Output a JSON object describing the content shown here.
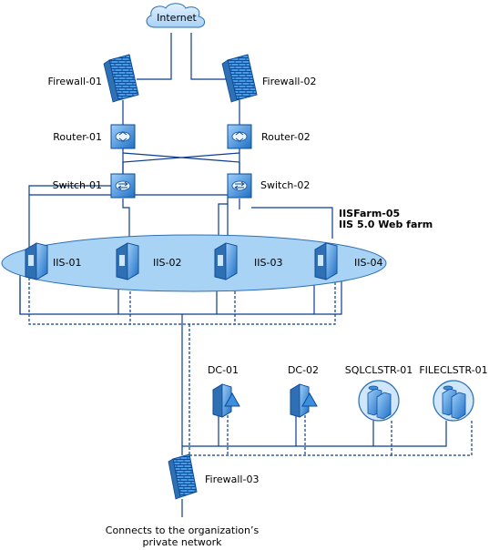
{
  "nodes": {
    "internet": "Internet",
    "firewall_01": "Firewall-01",
    "firewall_02": "Firewall-02",
    "router_01": "Router-01",
    "router_02": "Router-02",
    "switch_01": "Switch-01",
    "switch_02": "Switch-02",
    "farm_title": "IISFarm-05",
    "farm_subtitle": "IIS 5.0 Web farm",
    "iis_01": "IIS-01",
    "iis_02": "IIS-02",
    "iis_03": "IIS-03",
    "iis_04": "IIS-04",
    "dc_01": "DC-01",
    "dc_02": "DC-02",
    "sql_cluster": "SQLCLSTR-01",
    "file_cluster": "FILECLSTR-01",
    "firewall_03": "Firewall-03",
    "private_line1": "Connects to the organization’s",
    "private_line2": "private network"
  },
  "colors": {
    "line": "#0b3d91",
    "ellipse_fill": "#a9d3f5",
    "ellipse_stroke": "#2d6fb8",
    "device_blue": "#3b8fdc",
    "device_light": "#cfe6fb"
  }
}
